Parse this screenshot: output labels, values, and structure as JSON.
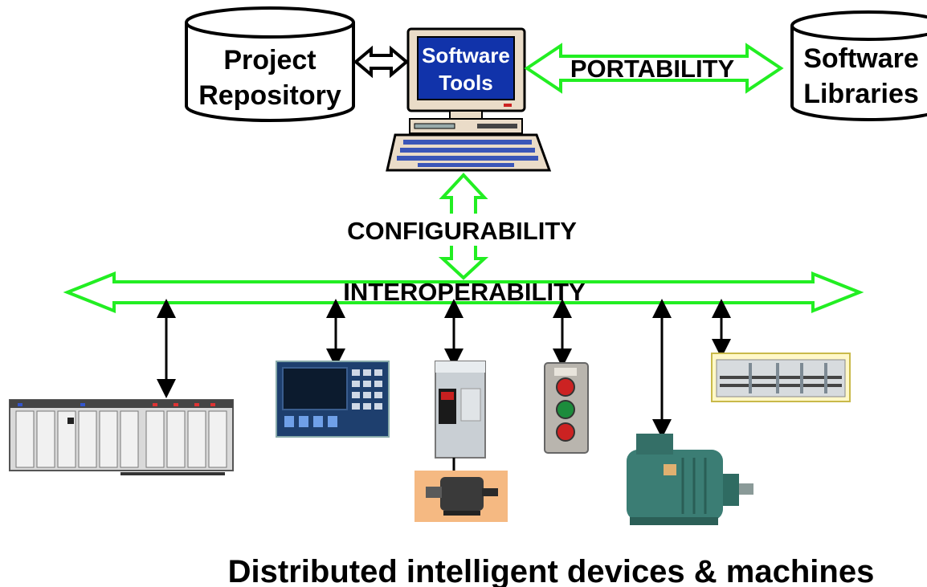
{
  "nodes": {
    "project_repository": {
      "lines": [
        "Project",
        "Repository"
      ]
    },
    "software_tools": {
      "lines": [
        "Software",
        "Tools"
      ]
    },
    "software_libraries": {
      "lines": [
        "Software",
        "Libraries"
      ]
    }
  },
  "links": {
    "portability": "PORTABILITY",
    "configurability": "CONFIGURABILITY",
    "interoperability": "INTEROPERABILITY"
  },
  "caption": "Distributed intelligent devices & machines",
  "colors": {
    "green_arrow": "#22ee22",
    "screen_blue": "#1133aa",
    "beige": "#eadcc8",
    "device_teal": "#3b7d74",
    "device_panel_blue": "#1e3f6e",
    "button_red": "#cc2222",
    "button_green": "#1c8c3c",
    "motor_bg": "#f5b982"
  },
  "devices": [
    {
      "icon": "plc-rack-icon"
    },
    {
      "icon": "operator-panel-icon"
    },
    {
      "icon": "drive-unit-icon"
    },
    {
      "icon": "push-button-station-icon"
    },
    {
      "icon": "industrial-motor-icon"
    },
    {
      "icon": "io-module-icon"
    }
  ]
}
